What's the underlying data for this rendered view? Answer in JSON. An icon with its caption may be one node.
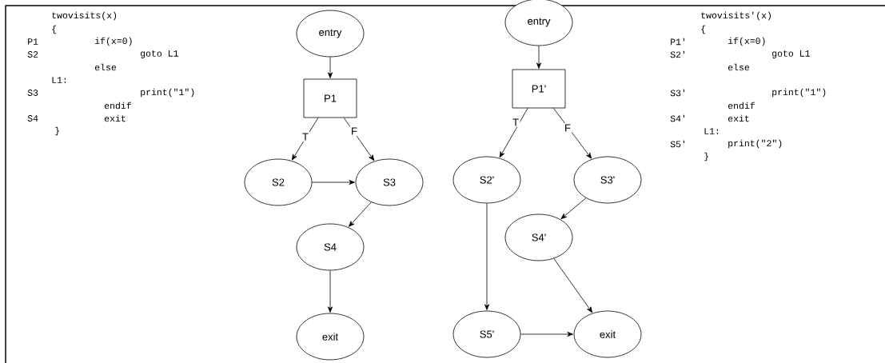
{
  "diagram": {
    "nodes": [
      {
        "text": [
          "entry"
        ]
      },
      {
        "text": [
          "P1"
        ]
      },
      {
        "text": [
          "S2"
        ]
      },
      {
        "text": [
          "S3"
        ]
      },
      {
        "text": [
          "S4"
        ]
      },
      {
        "text": [
          "exit"
        ]
      },
      {
        "text": [
          "entry"
        ]
      },
      {
        "text": [
          "P1'"
        ]
      },
      {
        "text": [
          "S2'"
        ]
      },
      {
        "text": [
          "S3'"
        ]
      },
      {
        "text": [
          "S4'"
        ]
      },
      {
        "text": [
          "S5'"
        ]
      },
      {
        "text": [
          "exit"
        ]
      }
    ],
    "edges": [
      {
        "from": 0,
        "to": 1,
        "arrow": "to"
      },
      {
        "from": 1,
        "to": 2,
        "arrow": "to",
        "label": "T"
      },
      {
        "from": 1,
        "to": 3,
        "arrow": "to",
        "label": "F"
      },
      {
        "from": 2,
        "to": 3,
        "arrow": "to"
      },
      {
        "from": 3,
        "to": 4,
        "arrow": "to"
      },
      {
        "from": 4,
        "to": 5,
        "arrow": "to"
      },
      {
        "from": 6,
        "to": 7,
        "arrow": "to"
      },
      {
        "from": 7,
        "to": 8,
        "arrow": "to",
        "label": "T"
      },
      {
        "from": 7,
        "to": 9,
        "arrow": "to",
        "label": "F"
      },
      {
        "from": 8,
        "to": 11,
        "arrow": "to"
      },
      {
        "from": 9,
        "to": 10,
        "arrow": "to"
      },
      {
        "from": 10,
        "to": 12,
        "arrow": "to"
      },
      {
        "from": 11,
        "to": 12,
        "arrow": "to"
      }
    ],
    "labels": [
      "twovisits(x)",
      "{",
      "P1",
      "if(x=0)",
      "S2",
      "goto L1",
      "else",
      "L1:",
      "S3",
      "print(\"1\")",
      "endif",
      "S4",
      "exit",
      "}",
      "twovisits'(x)",
      "{",
      "P1'",
      "if(x=0)",
      "S2'",
      "goto L1",
      "else",
      "S3'",
      "print(\"1\")",
      "endif",
      "S4'",
      "exit",
      "L1:",
      "S5'",
      "print(\"2\")",
      "}"
    ]
  }
}
